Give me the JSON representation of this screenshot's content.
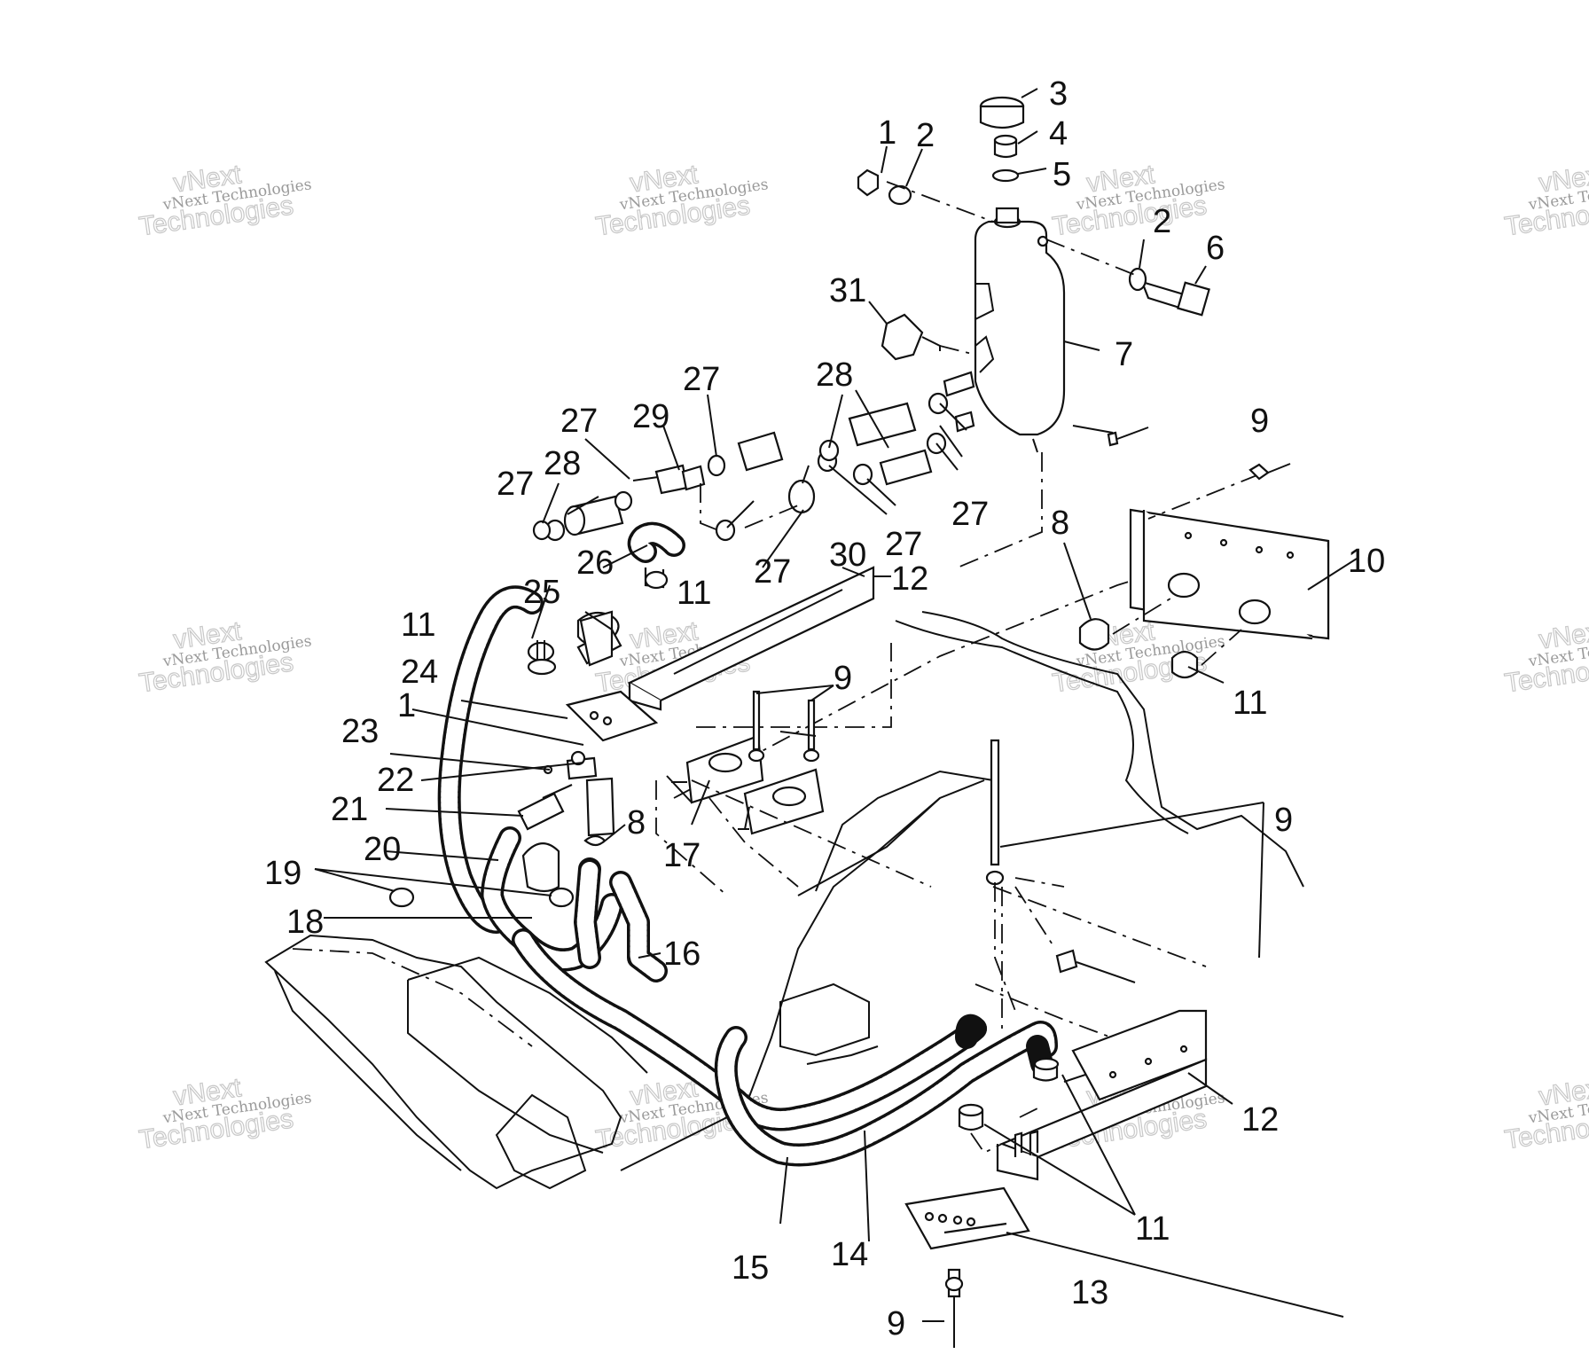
{
  "watermark": {
    "line1": "vNext",
    "line2": "vNext Technologies",
    "line3": "Technologies"
  },
  "callouts": {
    "c1a": "1",
    "c2a": "2",
    "c3": "3",
    "c4": "4",
    "c5": "5",
    "c2b": "2",
    "c6": "6",
    "c31": "31",
    "c7": "7",
    "c27a": "27",
    "c28a": "28",
    "c27b": "27",
    "c29": "29",
    "c28b": "28",
    "c27c": "27",
    "c9a": "9",
    "c27d": "27",
    "c27e": "27",
    "c30": "30",
    "c27f": "27",
    "c12a": "12",
    "c26": "26",
    "c25": "25",
    "c11a": "11",
    "c8a": "8",
    "c10": "10",
    "c11b": "11",
    "c11c": "11",
    "c24": "24",
    "c9b": "9",
    "c1b": "1",
    "c23": "23",
    "c22": "22",
    "c21": "21",
    "c8b": "8",
    "c20": "20",
    "c17": "17",
    "c9c": "9",
    "c19": "19",
    "c18": "18",
    "c16": "16",
    "c12b": "12",
    "c11d": "11",
    "c15": "15",
    "c14": "14",
    "c13": "13",
    "c9d": "9"
  }
}
